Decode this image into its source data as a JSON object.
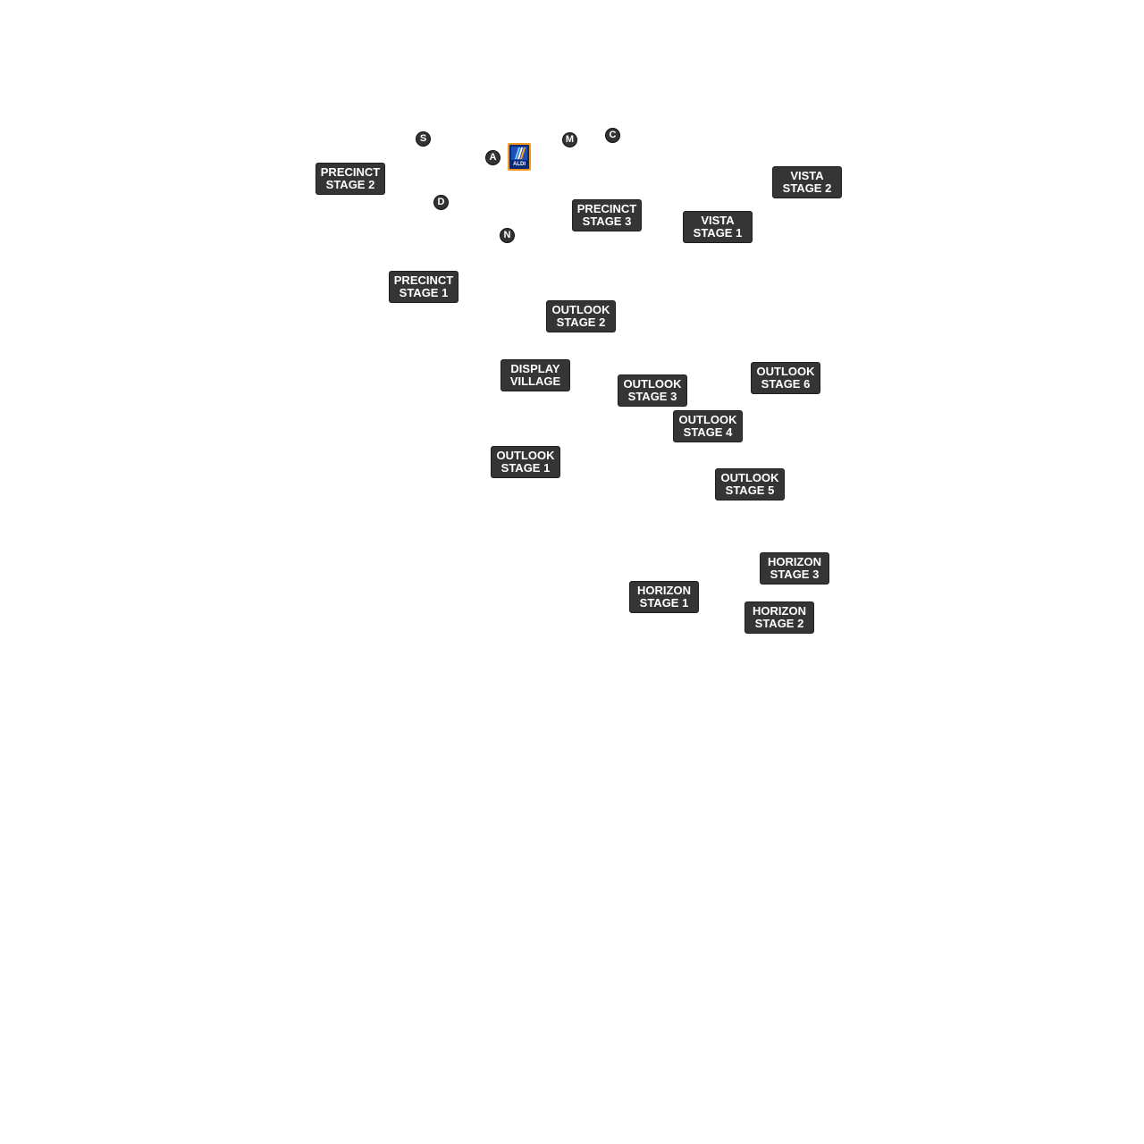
{
  "map": {
    "background": "#ffffff"
  },
  "stages": [
    {
      "id": "precinct-stage-2",
      "line1": "PRECINCT",
      "line2": "STAGE 2"
    },
    {
      "id": "vista-stage-2",
      "line1": "VISTA",
      "line2": "STAGE 2"
    },
    {
      "id": "precinct-stage-3",
      "line1": "PRECINCT",
      "line2": "STAGE 3"
    },
    {
      "id": "vista-stage-1",
      "line1": "VISTA",
      "line2": "STAGE 1"
    },
    {
      "id": "precinct-stage-1",
      "line1": "PRECINCT",
      "line2": "STAGE 1"
    },
    {
      "id": "outlook-stage-2",
      "line1": "OUTLOOK",
      "line2": "STAGE 2"
    },
    {
      "id": "display-village",
      "line1": "DISPLAY",
      "line2": "VILLAGE"
    },
    {
      "id": "outlook-stage-3",
      "line1": "OUTLOOK",
      "line2": "STAGE 3"
    },
    {
      "id": "outlook-stage-6",
      "line1": "OUTLOOK",
      "line2": "STAGE 6"
    },
    {
      "id": "outlook-stage-4",
      "line1": "OUTLOOK",
      "line2": "STAGE 4"
    },
    {
      "id": "outlook-stage-1",
      "line1": "OUTLOOK",
      "line2": "STAGE 1"
    },
    {
      "id": "outlook-stage-5",
      "line1": "OUTLOOK",
      "line2": "STAGE 5"
    },
    {
      "id": "horizon-stage-3",
      "line1": "HORIZON",
      "line2": "STAGE 3"
    },
    {
      "id": "horizon-stage-1",
      "line1": "HORIZON",
      "line2": "STAGE 1"
    },
    {
      "id": "horizon-stage-2",
      "line1": "HORIZON",
      "line2": "STAGE 2"
    }
  ],
  "pois": [
    {
      "id": "poi-s",
      "letter": "S"
    },
    {
      "id": "poi-a",
      "letter": "A"
    },
    {
      "id": "poi-m",
      "letter": "M"
    },
    {
      "id": "poi-c",
      "letter": "C"
    },
    {
      "id": "poi-d",
      "letter": "D"
    },
    {
      "id": "poi-n",
      "letter": "N"
    }
  ],
  "store": {
    "name": "ALDI",
    "icon": "aldi-logo-icon",
    "frame_color": "#f39a1e",
    "fill_color": "#0b2a73"
  },
  "colors": {
    "label_bg": "#353535",
    "label_text": "#ffffff",
    "marker_bg": "#333333"
  }
}
